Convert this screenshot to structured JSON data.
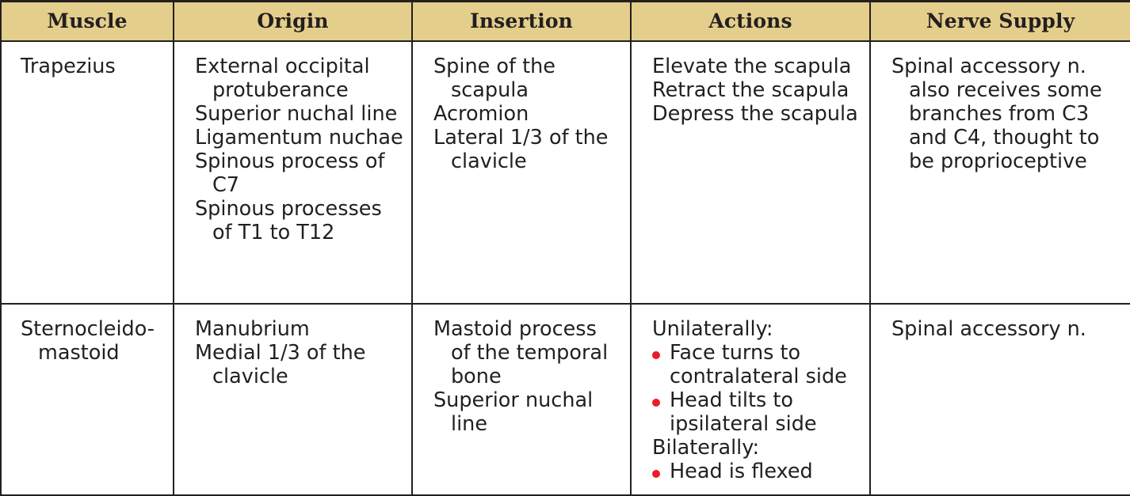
{
  "table": {
    "headers": [
      {
        "id": "muscle",
        "label": "Muscle"
      },
      {
        "id": "origin",
        "label": "Origin"
      },
      {
        "id": "insertion",
        "label": "Insertion"
      },
      {
        "id": "actions",
        "label": "Actions"
      },
      {
        "id": "nerve_supply",
        "label": "Nerve Supply"
      }
    ],
    "colors": {
      "header_background": "#e4ce8b",
      "border": "#231f20",
      "text": "#231f20",
      "bullet": "#ed1c24",
      "cell_background": "#ffffff"
    },
    "rows": [
      {
        "muscle": "Trapezius",
        "origin": [
          "External occipital protuberance",
          "Superior nuchal line",
          "Ligamentum nuchae",
          "Spinous process of C7",
          "Spinous processes of T1 to T12"
        ],
        "insertion": [
          "Spine of the scapula",
          "Acromion",
          "Lateral 1/3 of the clavicle"
        ],
        "actions": [
          "Elevate the scapula",
          "Retract the scapula",
          "Depress the scapula"
        ],
        "nerve_supply": [
          "Spinal accessory n. also receives some branches from C3 and C4, thought to be proprioceptive"
        ]
      },
      {
        "muscle": "Sternocleido-mastoid",
        "origin": [
          "Manubrium",
          "Medial 1/3 of the clavicle"
        ],
        "insertion": [
          "Mastoid process of the temporal bone",
          "Superior nuchal line"
        ],
        "actions_structured": [
          {
            "type": "heading",
            "text": "Unilaterally:"
          },
          {
            "type": "bullet",
            "text": "Face turns to contralateral side"
          },
          {
            "type": "bullet",
            "text": "Head tilts to ipsilateral side"
          },
          {
            "type": "heading",
            "text": "Bilaterally:"
          },
          {
            "type": "bullet",
            "text": "Head is flexed"
          }
        ],
        "nerve_supply": [
          "Spinal accessory n."
        ]
      }
    ]
  }
}
